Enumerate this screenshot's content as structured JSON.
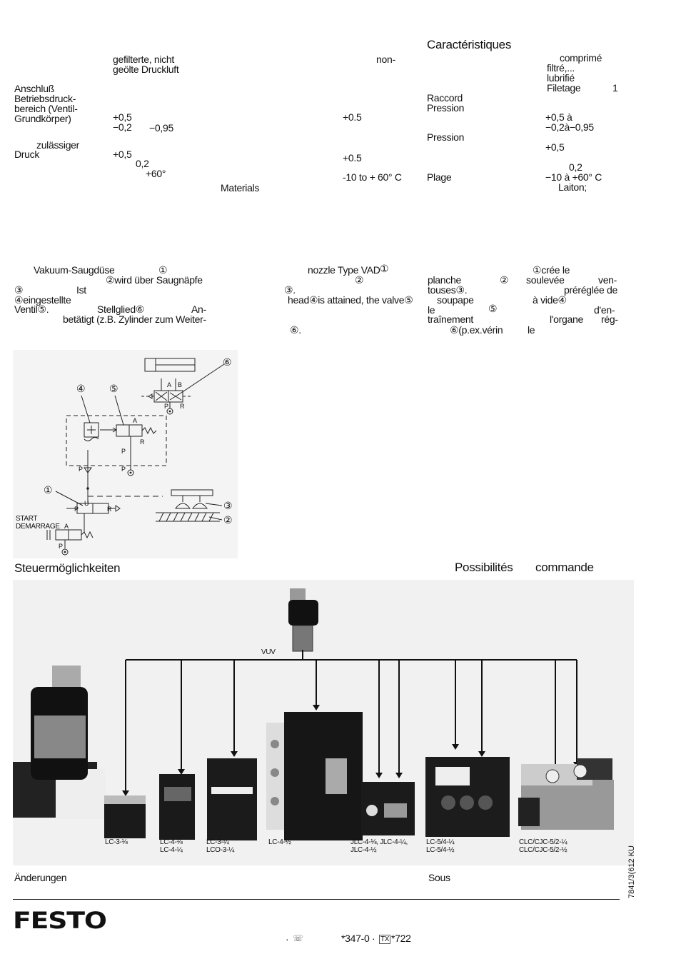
{
  "de_spec": {
    "medium": [
      "gefilterte, nicht",
      "geölte Druckluft"
    ],
    "connection_label": "Anschluß",
    "pressure_range_label": [
      "Betriebsdruck-",
      "bereich (Ventil-",
      "Grundkörper)"
    ],
    "pr_tol_up": "+0,5",
    "pr_tol_down": "−0,2",
    "pr_vacuum": "−0,95",
    "permissible_label": [
      "zulässiger",
      "Druck"
    ],
    "perm_tol": "+0,5",
    "perm_val": "0,2",
    "temp": "+60°"
  },
  "en_spec": {
    "non": "non-",
    "pr_tol": "+0.5",
    "perm_tol": "+0.5",
    "temp": "-10 to + 60° C",
    "materials": "Materials"
  },
  "fr_spec": {
    "title": "Caractéristiques",
    "medium": [
      "comprimé",
      "filtré,...",
      "lubrifié"
    ],
    "thread": "Filetage",
    "thread_num": "1",
    "raccord": "Raccord",
    "pression1": "Pression",
    "pr_tol": "+0,5 à",
    "pr_range": "−0,2à−0,95",
    "pression2": "Pression",
    "perm_tol": "+0,5",
    "perm_val": "0,2",
    "plage": "Plage",
    "temp": "−10 à +60° C",
    "material": "Laiton;"
  },
  "desc": {
    "de": [
      "Vakuum-Saugdüse",
      "①",
      "②wird über Saugnäpfe",
      "③",
      "Ist",
      "④eingestellte",
      "Ventil⑤.",
      "Stellglied⑥",
      "An-",
      "betätigt (z.B. Zylinder zum Weiter-"
    ],
    "en": [
      "nozzle Type VAD",
      "①",
      "②",
      "③.",
      "head④is attained, the valve⑤",
      "⑥."
    ],
    "fr": [
      "①crée le",
      "planche",
      "②",
      "soulevée",
      "ven-",
      "touses③.",
      "préréglée de",
      "soupape",
      "à vide④",
      "le",
      "⑤",
      "d'en-",
      "traînement",
      "l'organe",
      "rég-",
      "⑥(p.ex.vérin",
      "le"
    ]
  },
  "diagram": {
    "callouts": [
      "①",
      "②",
      "③",
      "④",
      "⑤",
      "⑥"
    ],
    "start": "START",
    "demarrage": "DEMARRAGE",
    "port_letters": [
      "A",
      "B",
      "P",
      "R",
      "P",
      "A",
      "R",
      "P",
      "P",
      "U",
      "P",
      "R",
      "A",
      "P"
    ]
  },
  "control": {
    "title_de": "Steuermöglichkeiten",
    "title_fr1": "Possibilités",
    "title_fr2": "commande",
    "vuv": "VUV",
    "labels": [
      [
        "LC-3-⅛"
      ],
      [
        "LC-4-⅛",
        "LC-4-¼"
      ],
      [
        "LC-3-¼",
        "LCO-3-¼"
      ],
      [
        "LC-4-½"
      ],
      [
        "JLC-4-⅛, JLC-4-¼,",
        "JLC-4-½"
      ],
      [
        "LC-5/4-¼",
        "LC-5/4-½"
      ],
      [
        "CLC/CJC-5/2-¼",
        "CLC/CJC-5/2-½"
      ]
    ]
  },
  "footer": {
    "changes": "Änderungen",
    "sous": "Sous",
    "code": "7841/3(612 KU",
    "logo": "FESTO",
    "phone_prefix": "·",
    "phone_icon": "phone-icon",
    "phone": "*347-0 ·",
    "telex_icon": "TX",
    "telex": "*722"
  }
}
